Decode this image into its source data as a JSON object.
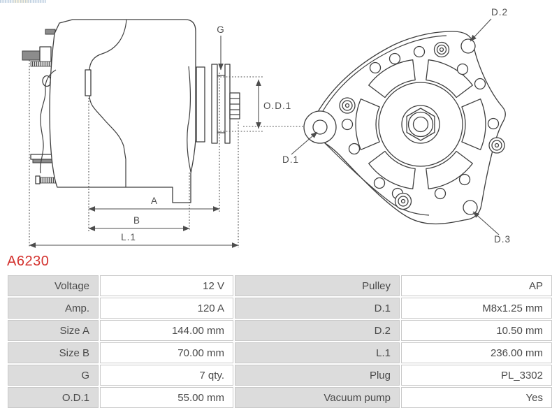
{
  "part_number": "A6230",
  "accent_color": "#d3312d",
  "diagram": {
    "labels": {
      "g": "G",
      "od1": "O.D.1",
      "a": "A",
      "b": "B",
      "l1": "L.1",
      "d1": "D.1",
      "d2": "D.2",
      "d3": "D.3"
    }
  },
  "table": {
    "rows": [
      {
        "label1": "Voltage",
        "value1": "12 V",
        "label2": "Pulley",
        "value2": "AP"
      },
      {
        "label1": "Amp.",
        "value1": "120 A",
        "label2": "D.1",
        "value2": "M8x1.25 mm"
      },
      {
        "label1": "Size A",
        "value1": "144.00 mm",
        "label2": "D.2",
        "value2": "10.50 mm"
      },
      {
        "label1": "Size B",
        "value1": "70.00 mm",
        "label2": "L.1",
        "value2": "236.00 mm"
      },
      {
        "label1": "G",
        "value1": "7 qty.",
        "label2": "Plug",
        "value2": "PL_3302"
      },
      {
        "label1": "O.D.1",
        "value1": "55.00 mm",
        "label2": "Vacuum pump",
        "value2": "Yes"
      }
    ]
  }
}
